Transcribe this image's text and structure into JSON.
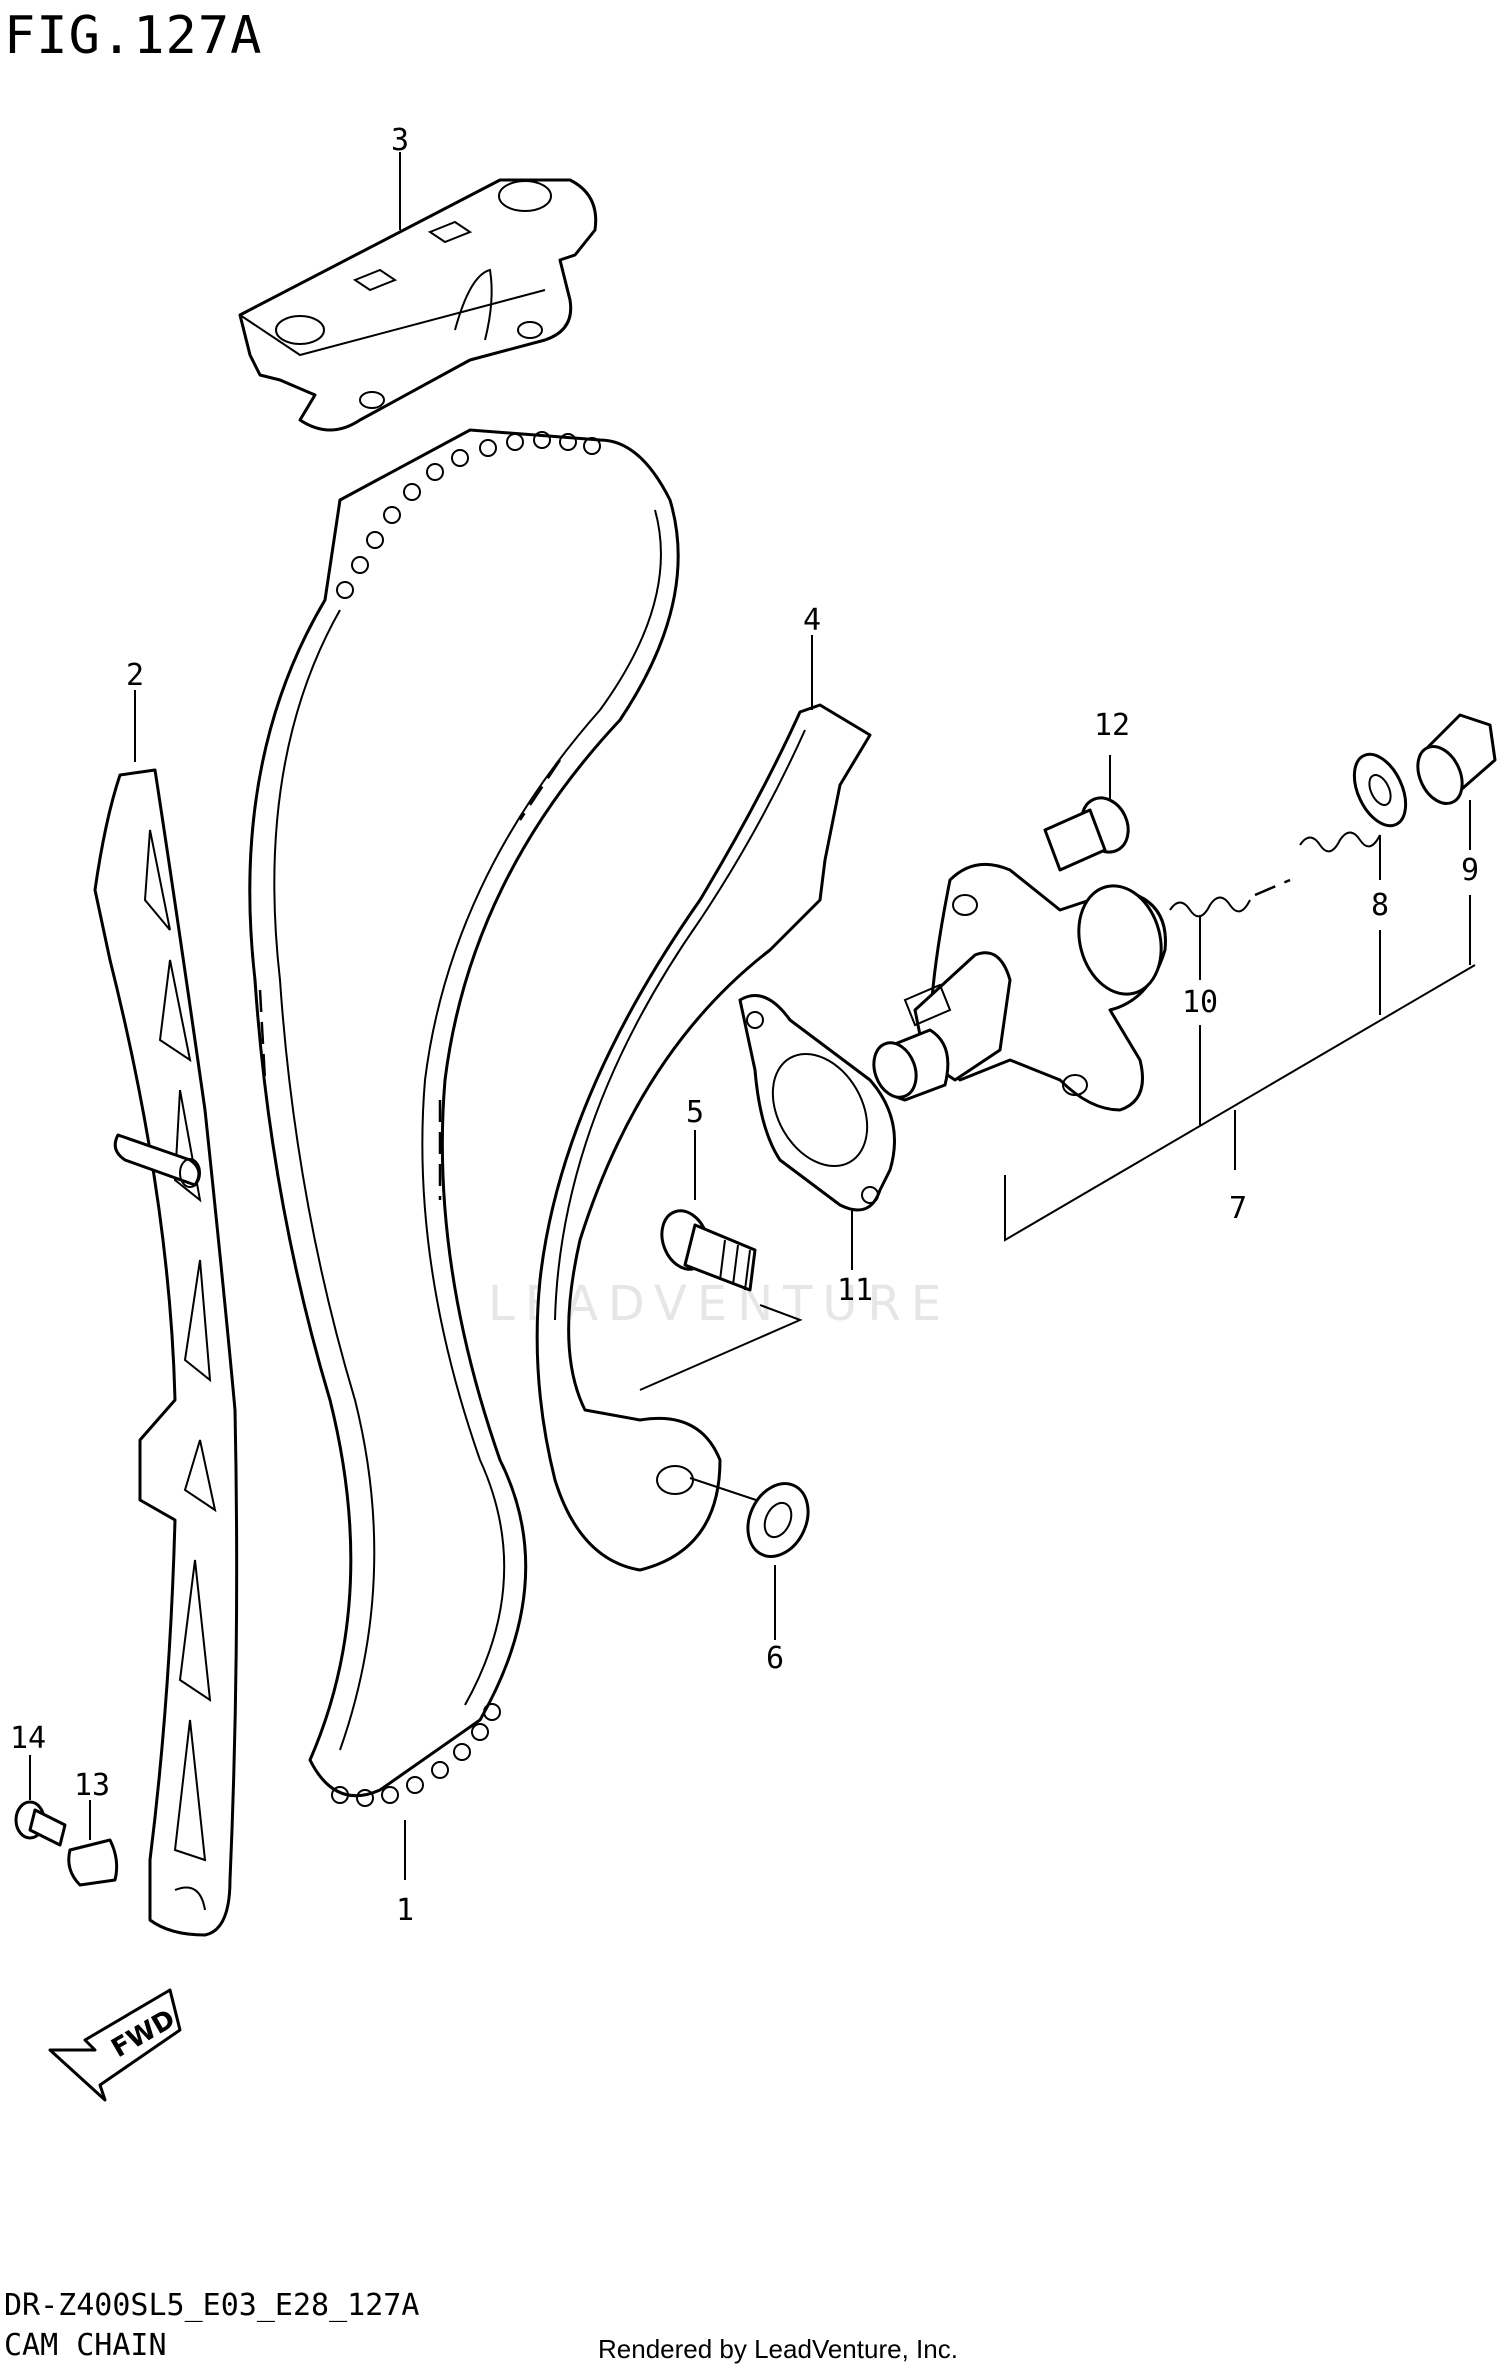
{
  "figure": {
    "title": "FIG.127A",
    "model_code": "DR-Z400SL5_E03_E28_127A",
    "name": "CAM CHAIN",
    "rendered_by": "Rendered by LeadVenture, Inc.",
    "watermark": "LEADVENTURE",
    "direction_label": "FWD"
  },
  "callouts": [
    {
      "id": "1",
      "label": "1"
    },
    {
      "id": "2",
      "label": "2"
    },
    {
      "id": "3",
      "label": "3"
    },
    {
      "id": "4",
      "label": "4"
    },
    {
      "id": "5",
      "label": "5"
    },
    {
      "id": "6",
      "label": "6"
    },
    {
      "id": "7",
      "label": "7"
    },
    {
      "id": "8",
      "label": "8"
    },
    {
      "id": "9",
      "label": "9"
    },
    {
      "id": "10",
      "label": "10"
    },
    {
      "id": "11",
      "label": "11"
    },
    {
      "id": "12",
      "label": "12"
    },
    {
      "id": "13",
      "label": "13"
    },
    {
      "id": "14",
      "label": "14"
    }
  ],
  "icons": {
    "fwd_arrow": "fwd-arrow-icon"
  }
}
